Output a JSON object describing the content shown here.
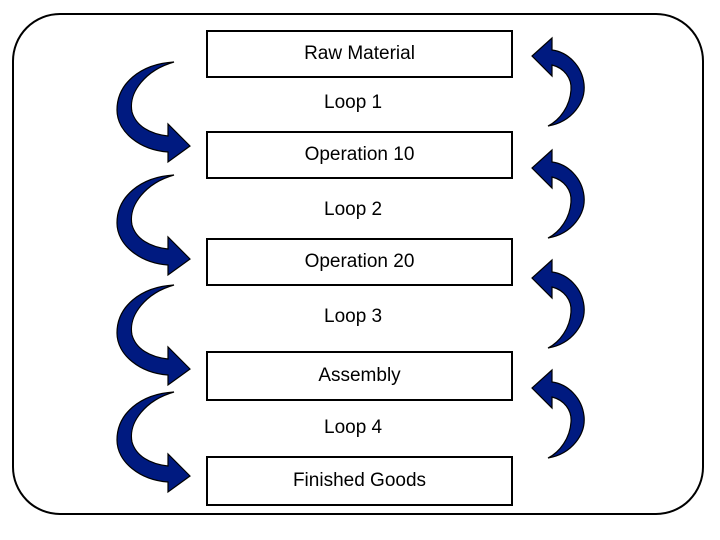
{
  "diagram": {
    "steps": [
      {
        "label": "Raw Material"
      },
      {
        "label": "Operation 10"
      },
      {
        "label": "Operation 20"
      },
      {
        "label": "Assembly"
      },
      {
        "label": "Finished Goods"
      }
    ],
    "loops": [
      {
        "label": "Loop 1"
      },
      {
        "label": "Loop 2"
      },
      {
        "label": "Loop 3"
      },
      {
        "label": "Loop 4"
      }
    ],
    "colors": {
      "arrow": "#001a80",
      "border": "#000000"
    },
    "icons": [
      "forward-flow-arrow-icon",
      "return-flow-arrow-icon"
    ]
  }
}
